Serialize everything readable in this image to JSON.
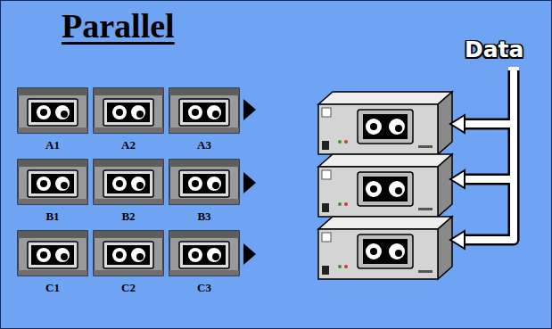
{
  "diagram": {
    "title": "Parallel",
    "nodes": [
      {
        "text": [
          "A1"
        ]
      },
      {
        "text": [
          "A2"
        ]
      },
      {
        "text": [
          "A3"
        ]
      },
      {
        "text": [
          "B1"
        ]
      },
      {
        "text": [
          "B2"
        ]
      },
      {
        "text": [
          "B3"
        ]
      },
      {
        "text": [
          "C1"
        ]
      },
      {
        "text": [
          "C2"
        ]
      },
      {
        "text": [
          "C3"
        ]
      }
    ],
    "labels": [
      "Data"
    ]
  }
}
